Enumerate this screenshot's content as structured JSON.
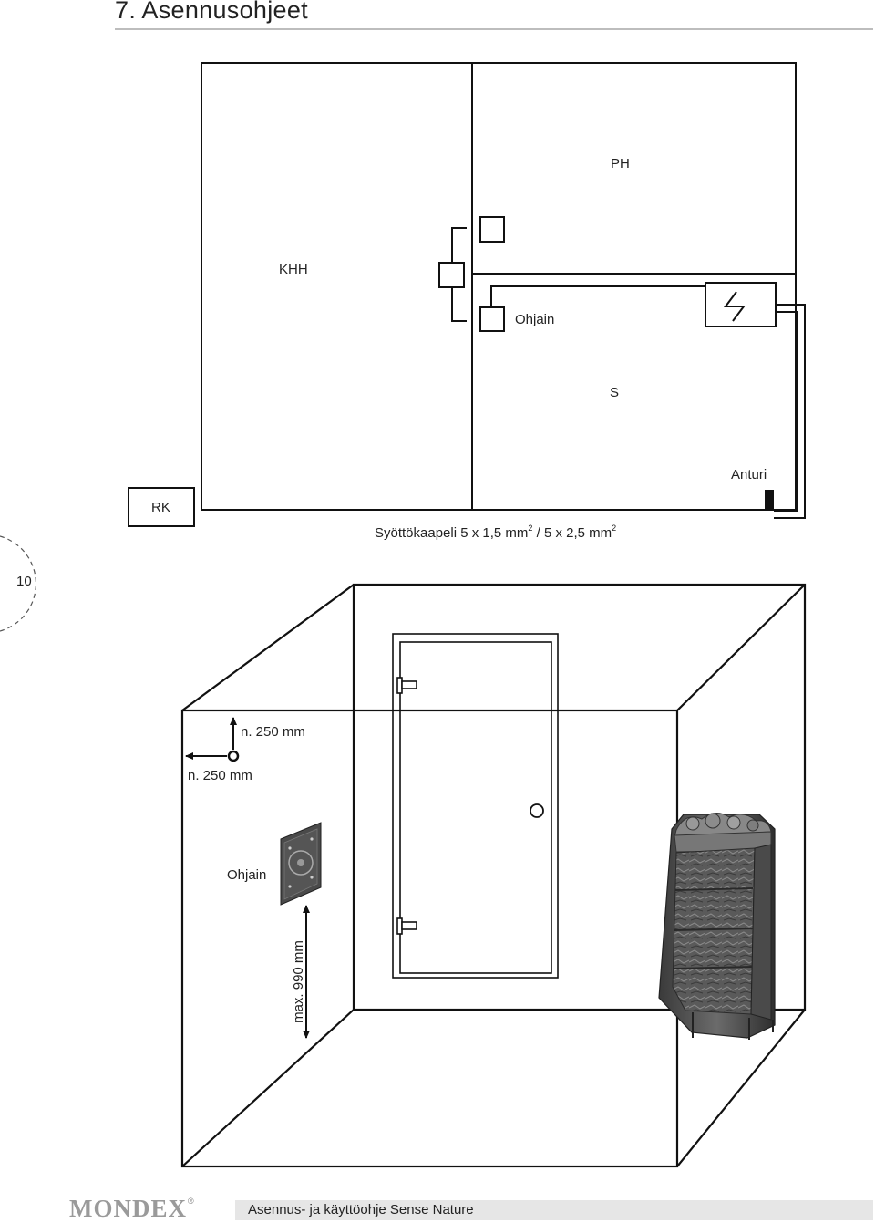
{
  "header": {
    "title": "7. Asennusohjeet"
  },
  "page_number": "10",
  "wiring": {
    "ph": "PH",
    "khh": "KHH",
    "ohjain": "Ohjain",
    "s": "S",
    "anturi": "Anturi",
    "rk": "RK",
    "cable_a": "Syöttökaapeli 5 x 1,5 mm",
    "sup1": "2",
    "cable_b": " / 5 x 2,5 mm",
    "sup2": "2"
  },
  "room": {
    "dim_top": "n. 250 mm",
    "dim_left": "n. 250 mm",
    "ohjain": "Ohjain",
    "dim_max": "max. 990 mm"
  },
  "footer": {
    "logo": "MONDEX",
    "registered": "®",
    "text": "Asennus- ja käyttöohje Sense Nature"
  }
}
